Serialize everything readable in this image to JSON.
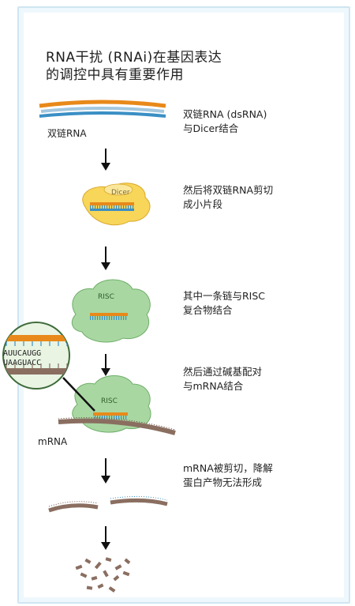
{
  "title": {
    "line1": "RNA干扰 (RNAi)在基因表达",
    "line2": "的调控中具有重要作用"
  },
  "steps": [
    {
      "line1": "双链RNA (dsRNA)",
      "line2": "与Dicer结合"
    },
    {
      "line1": "然后将双链RNA剪切",
      "line2": "成小片段"
    },
    {
      "line1": "其中一条链与RISC",
      "line2": "复合物结合"
    },
    {
      "line1": "然后通过碱基配对",
      "line2": "与mRNA结合"
    },
    {
      "line1": "mRNA被剪切，降解",
      "line2": "蛋白产物无法形成"
    }
  ],
  "labels": {
    "dsrna": "双链RNA",
    "mrna": "mRNA",
    "dicer": "Dicer",
    "risc1": "RISC",
    "risc2": "RISC"
  },
  "zoom_inset": {
    "top_seq": "AUUCAUGG",
    "bottom_seq": "UAAGUACC"
  },
  "colors": {
    "strand_orange": "#e8891a",
    "strand_blue": "#3a8fc4",
    "mrna_brown": "#8a6e60",
    "dicer_yellow": "#f7d65a",
    "risc_green": "#a9d7a2",
    "panel_border": "#cfe6f2"
  }
}
